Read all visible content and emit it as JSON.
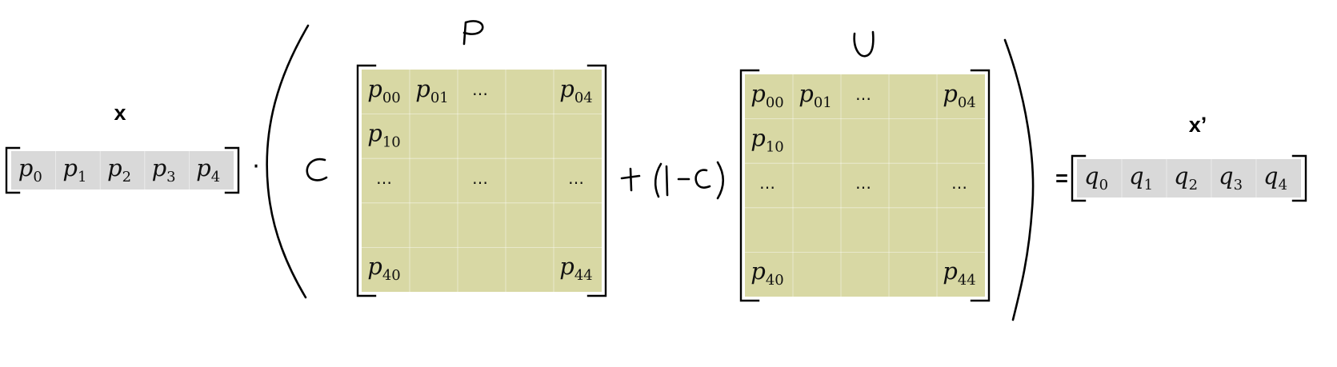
{
  "colors": {
    "vector_fill": "#d9d9d9",
    "matrix_fill": "#d8d8a4",
    "ink": "#000000"
  },
  "vector_x": {
    "label": "x",
    "entries": [
      {
        "base": "p",
        "sub": "0"
      },
      {
        "base": "p",
        "sub": "1"
      },
      {
        "base": "p",
        "sub": "2"
      },
      {
        "base": "p",
        "sub": "3"
      },
      {
        "base": "p",
        "sub": "4"
      }
    ]
  },
  "matrix_P": {
    "handwritten_label": "P",
    "rows": [
      [
        {
          "base": "p",
          "sub": "00"
        },
        {
          "base": "p",
          "sub": "01"
        },
        {
          "dots": "…"
        },
        null,
        {
          "base": "p",
          "sub": "04"
        }
      ],
      [
        {
          "base": "p",
          "sub": "10"
        },
        null,
        null,
        null,
        null
      ],
      [
        {
          "dots": "…"
        },
        null,
        {
          "dots": "…"
        },
        null,
        {
          "dots": "…"
        }
      ],
      [
        null,
        null,
        null,
        null,
        null
      ],
      [
        {
          "base": "p",
          "sub": "40"
        },
        null,
        null,
        null,
        {
          "base": "p",
          "sub": "44"
        }
      ]
    ]
  },
  "matrix_U": {
    "handwritten_label": "U",
    "rows": [
      [
        {
          "base": "p",
          "sub": "00"
        },
        {
          "base": "p",
          "sub": "01"
        },
        {
          "dots": "…"
        },
        null,
        {
          "base": "p",
          "sub": "04"
        }
      ],
      [
        {
          "base": "p",
          "sub": "10"
        },
        null,
        null,
        null,
        null
      ],
      [
        {
          "dots": "…"
        },
        null,
        {
          "dots": "…"
        },
        null,
        {
          "dots": "…"
        }
      ],
      [
        null,
        null,
        null,
        null,
        null
      ],
      [
        {
          "base": "p",
          "sub": "40"
        },
        null,
        null,
        null,
        {
          "base": "p",
          "sub": "44"
        }
      ]
    ]
  },
  "vector_xprime": {
    "label": "x’",
    "entries": [
      {
        "base": "q",
        "sub": "0"
      },
      {
        "base": "q",
        "sub": "1"
      },
      {
        "base": "q",
        "sub": "2"
      },
      {
        "base": "q",
        "sub": "3"
      },
      {
        "base": "q",
        "sub": "4"
      }
    ]
  },
  "operators": {
    "dot": "·",
    "coefficient_c": "c",
    "plus": "+",
    "one_minus_c": "(1-c)",
    "equals": "="
  }
}
